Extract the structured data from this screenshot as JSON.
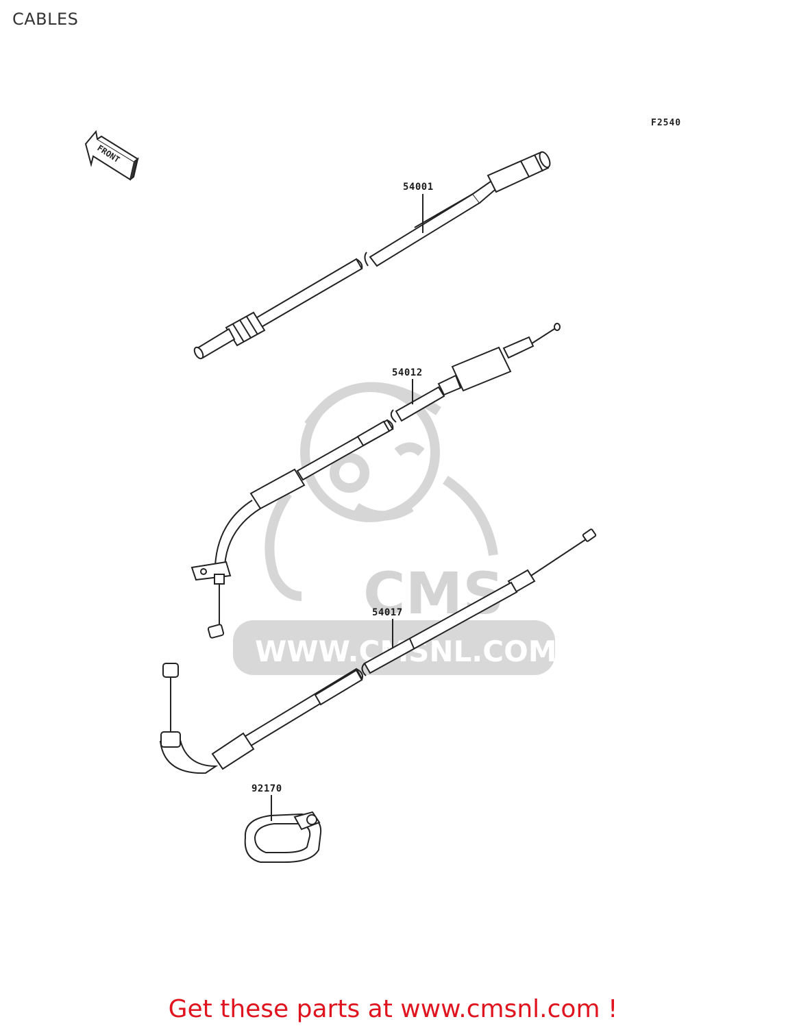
{
  "header": {
    "title": "CABLES"
  },
  "figure": {
    "code": "F2540",
    "front_indicator": "FRONT",
    "watermark_text": "CMS",
    "watermark_url": "WWW.CMSNL.COM"
  },
  "parts": [
    {
      "number": "54001"
    },
    {
      "number": "54012"
    },
    {
      "number": "54017"
    },
    {
      "number": "92170"
    }
  ],
  "footer": {
    "text": "Get these parts at www.cmsnl.com !"
  },
  "colors": {
    "footer_text": "#e0141e",
    "line_art": "#222222",
    "watermark": "#d9d9d9"
  }
}
